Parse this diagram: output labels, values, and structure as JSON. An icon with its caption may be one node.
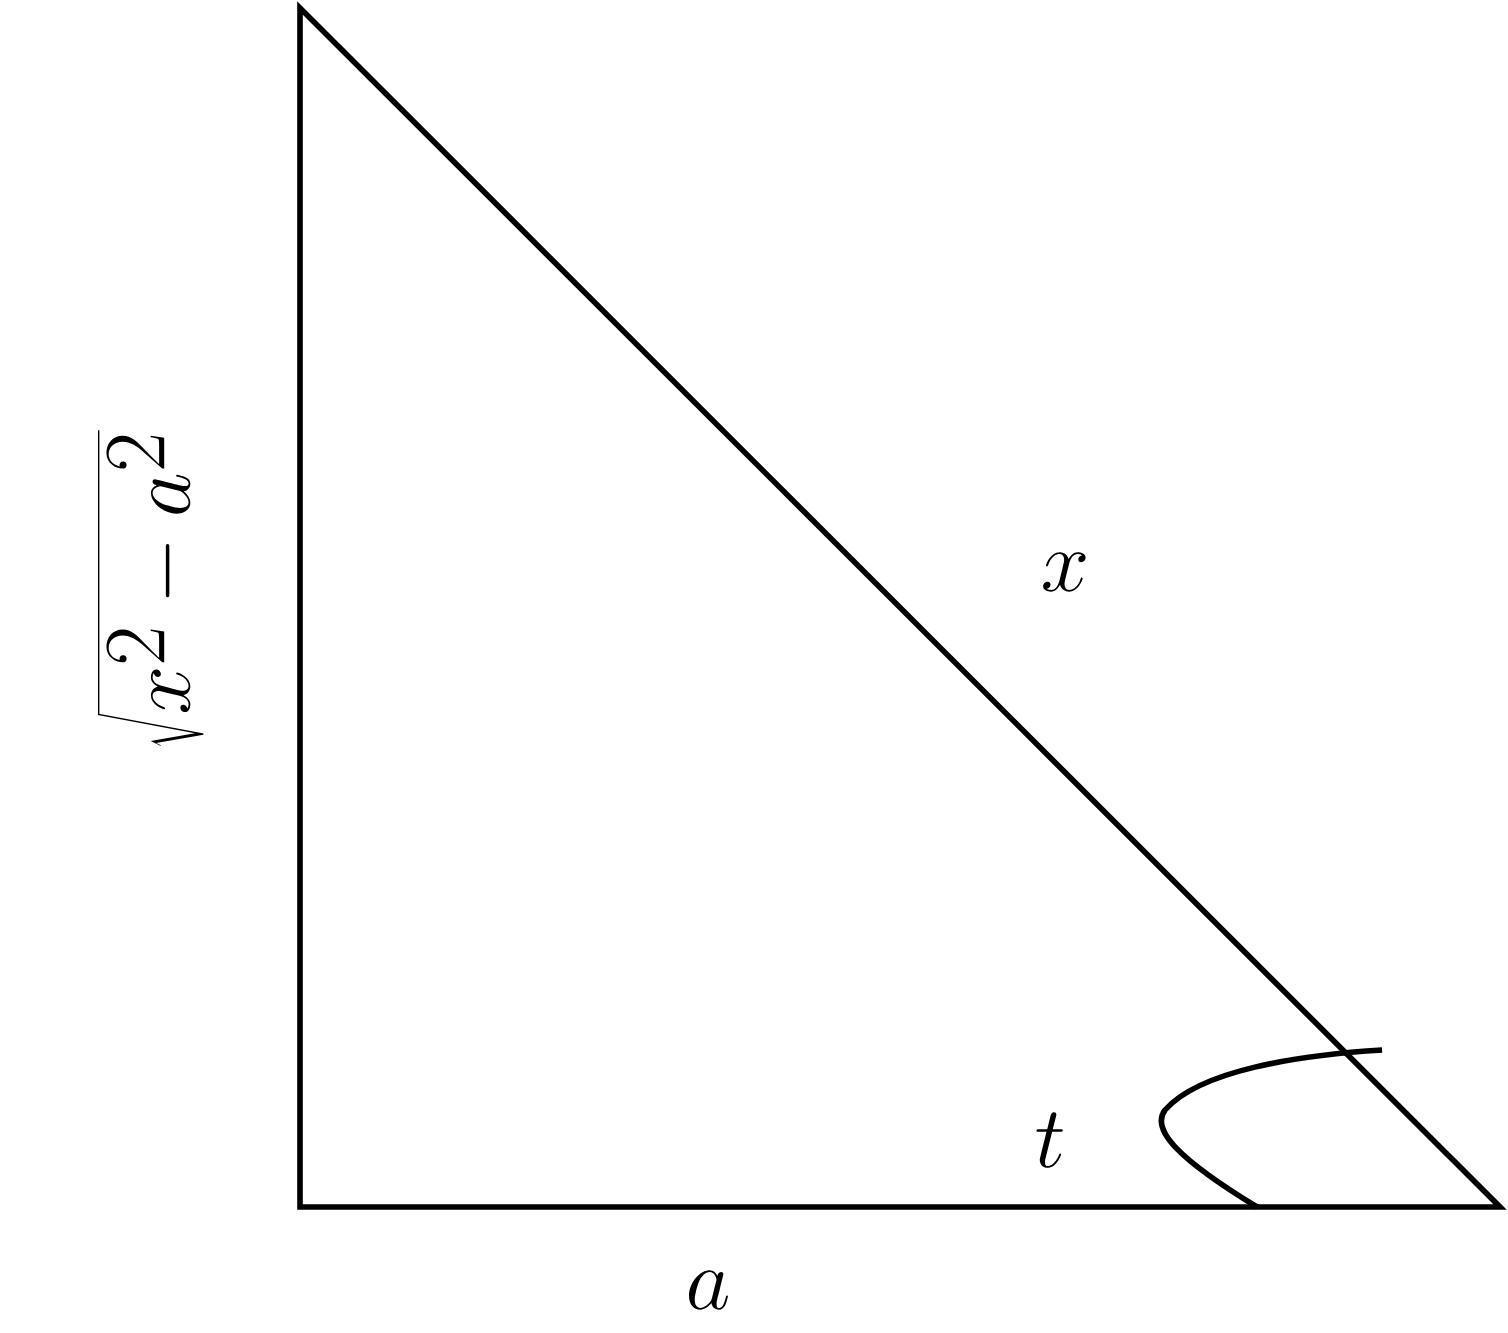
{
  "diagram": {
    "labels": [
      "\\sqrt{x^2 - a^2}",
      "x",
      "t",
      "a"
    ]
  }
}
